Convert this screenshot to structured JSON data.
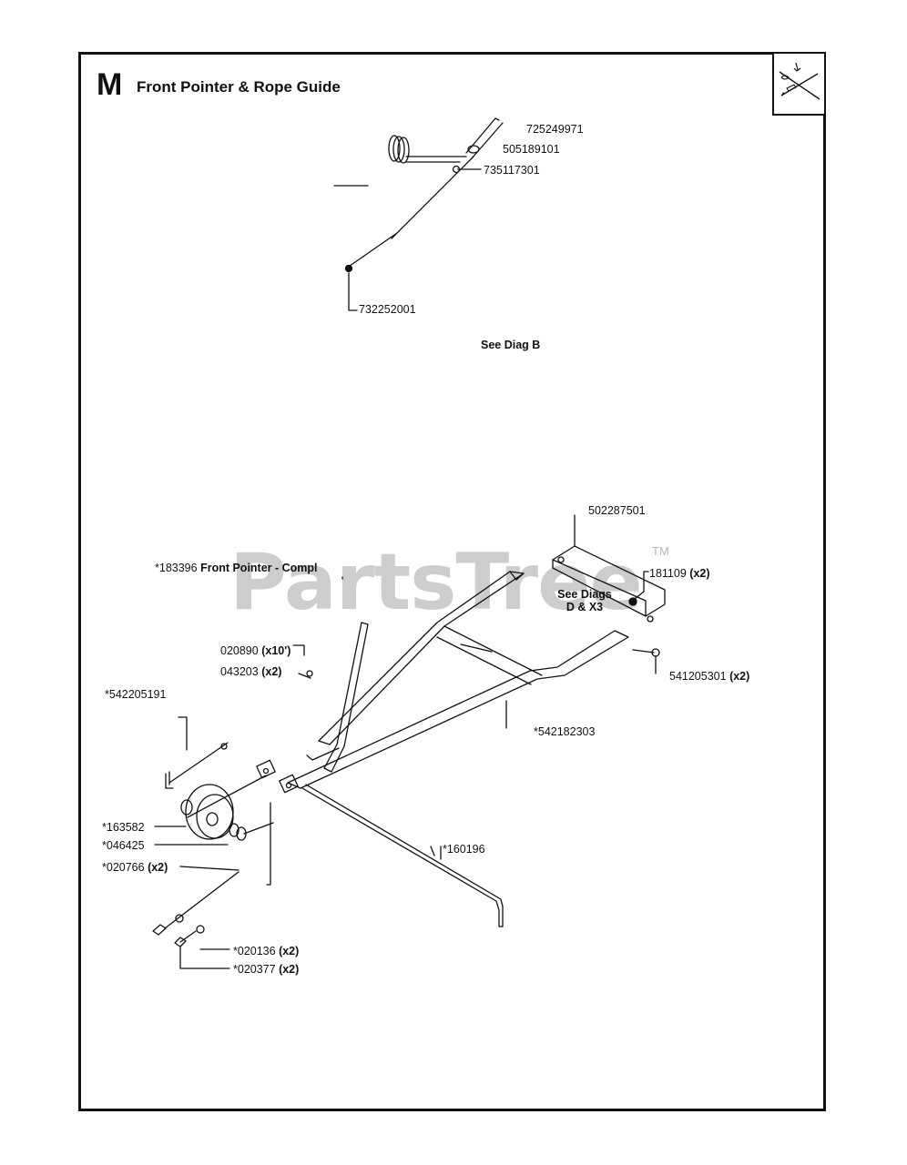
{
  "header": {
    "section_letter": "M",
    "title": "Front Pointer & Rope Guide"
  },
  "watermark": {
    "brand": "PartsTree",
    "trademark": "TM"
  },
  "top_assembly": {
    "parts": [
      "725249971",
      "505189101",
      "735117301",
      "732252001"
    ],
    "reference": "See Diag B"
  },
  "bottom_assembly": {
    "frame": "502287501",
    "assembly_part": "*183396",
    "assembly_name": "Front Pointer - Compl",
    "p181109": "181109",
    "p181109_qty": "(x2)",
    "see_diags_line1": "See Diags",
    "see_diags_line2": "D & X3",
    "p020890": "020890",
    "p020890_qty": "(x10')",
    "p043203": "043203",
    "p043203_qty": "(x2)",
    "p541205301": "541205301",
    "p541205301_qty": "(x2)",
    "p542205191": "*542205191",
    "p542182303": "*542182303",
    "p163582": "*163582",
    "p046425": "*046425",
    "p020766": "*020766",
    "p020766_qty": "(x2)",
    "p160196": "*160196",
    "p020136": "*020136",
    "p020136_qty": "(x2)",
    "p020377": "*020377",
    "p020377_qty": "(x2)"
  }
}
